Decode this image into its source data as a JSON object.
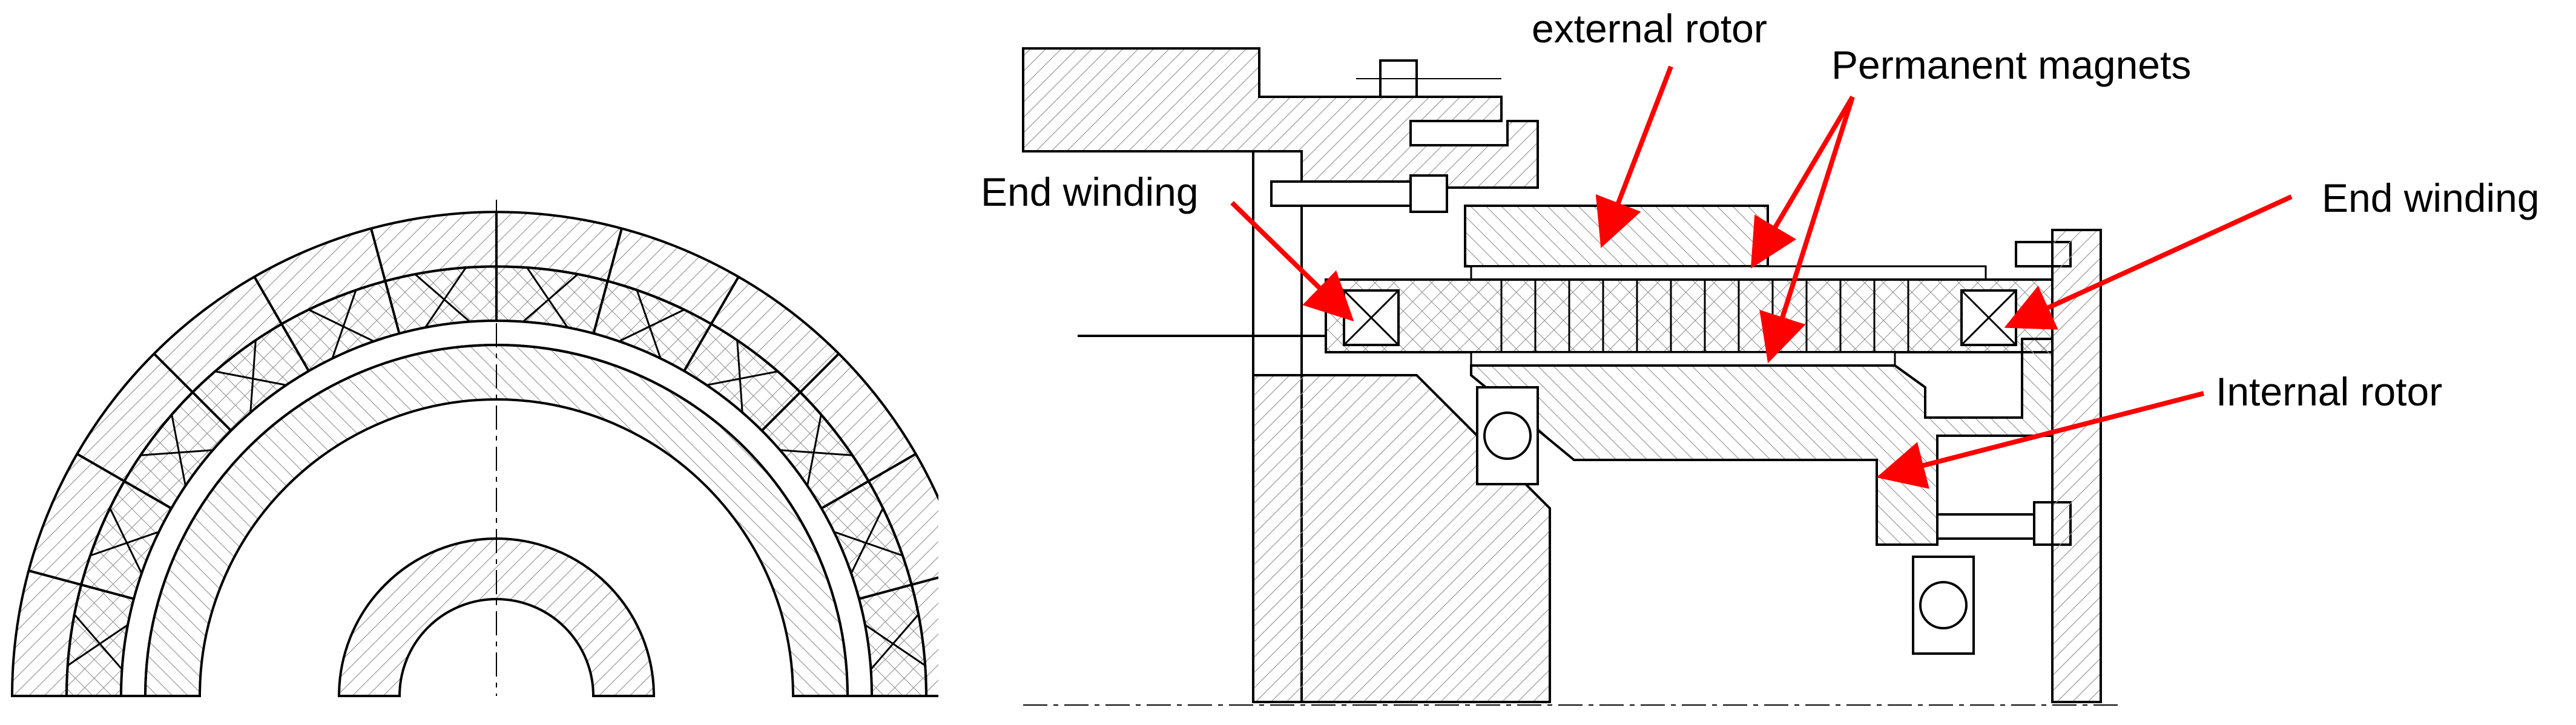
{
  "labels": {
    "external_rotor": "external rotor",
    "permanent_magnets": "Permanent magnets",
    "end_winding_left": "End winding",
    "end_winding_right": "End winding",
    "internal_rotor": "Internal rotor"
  },
  "colors": {
    "arrow": "#ff0000",
    "line": "#000000",
    "hatch": "#9a9a9a",
    "background": "#ffffff"
  }
}
